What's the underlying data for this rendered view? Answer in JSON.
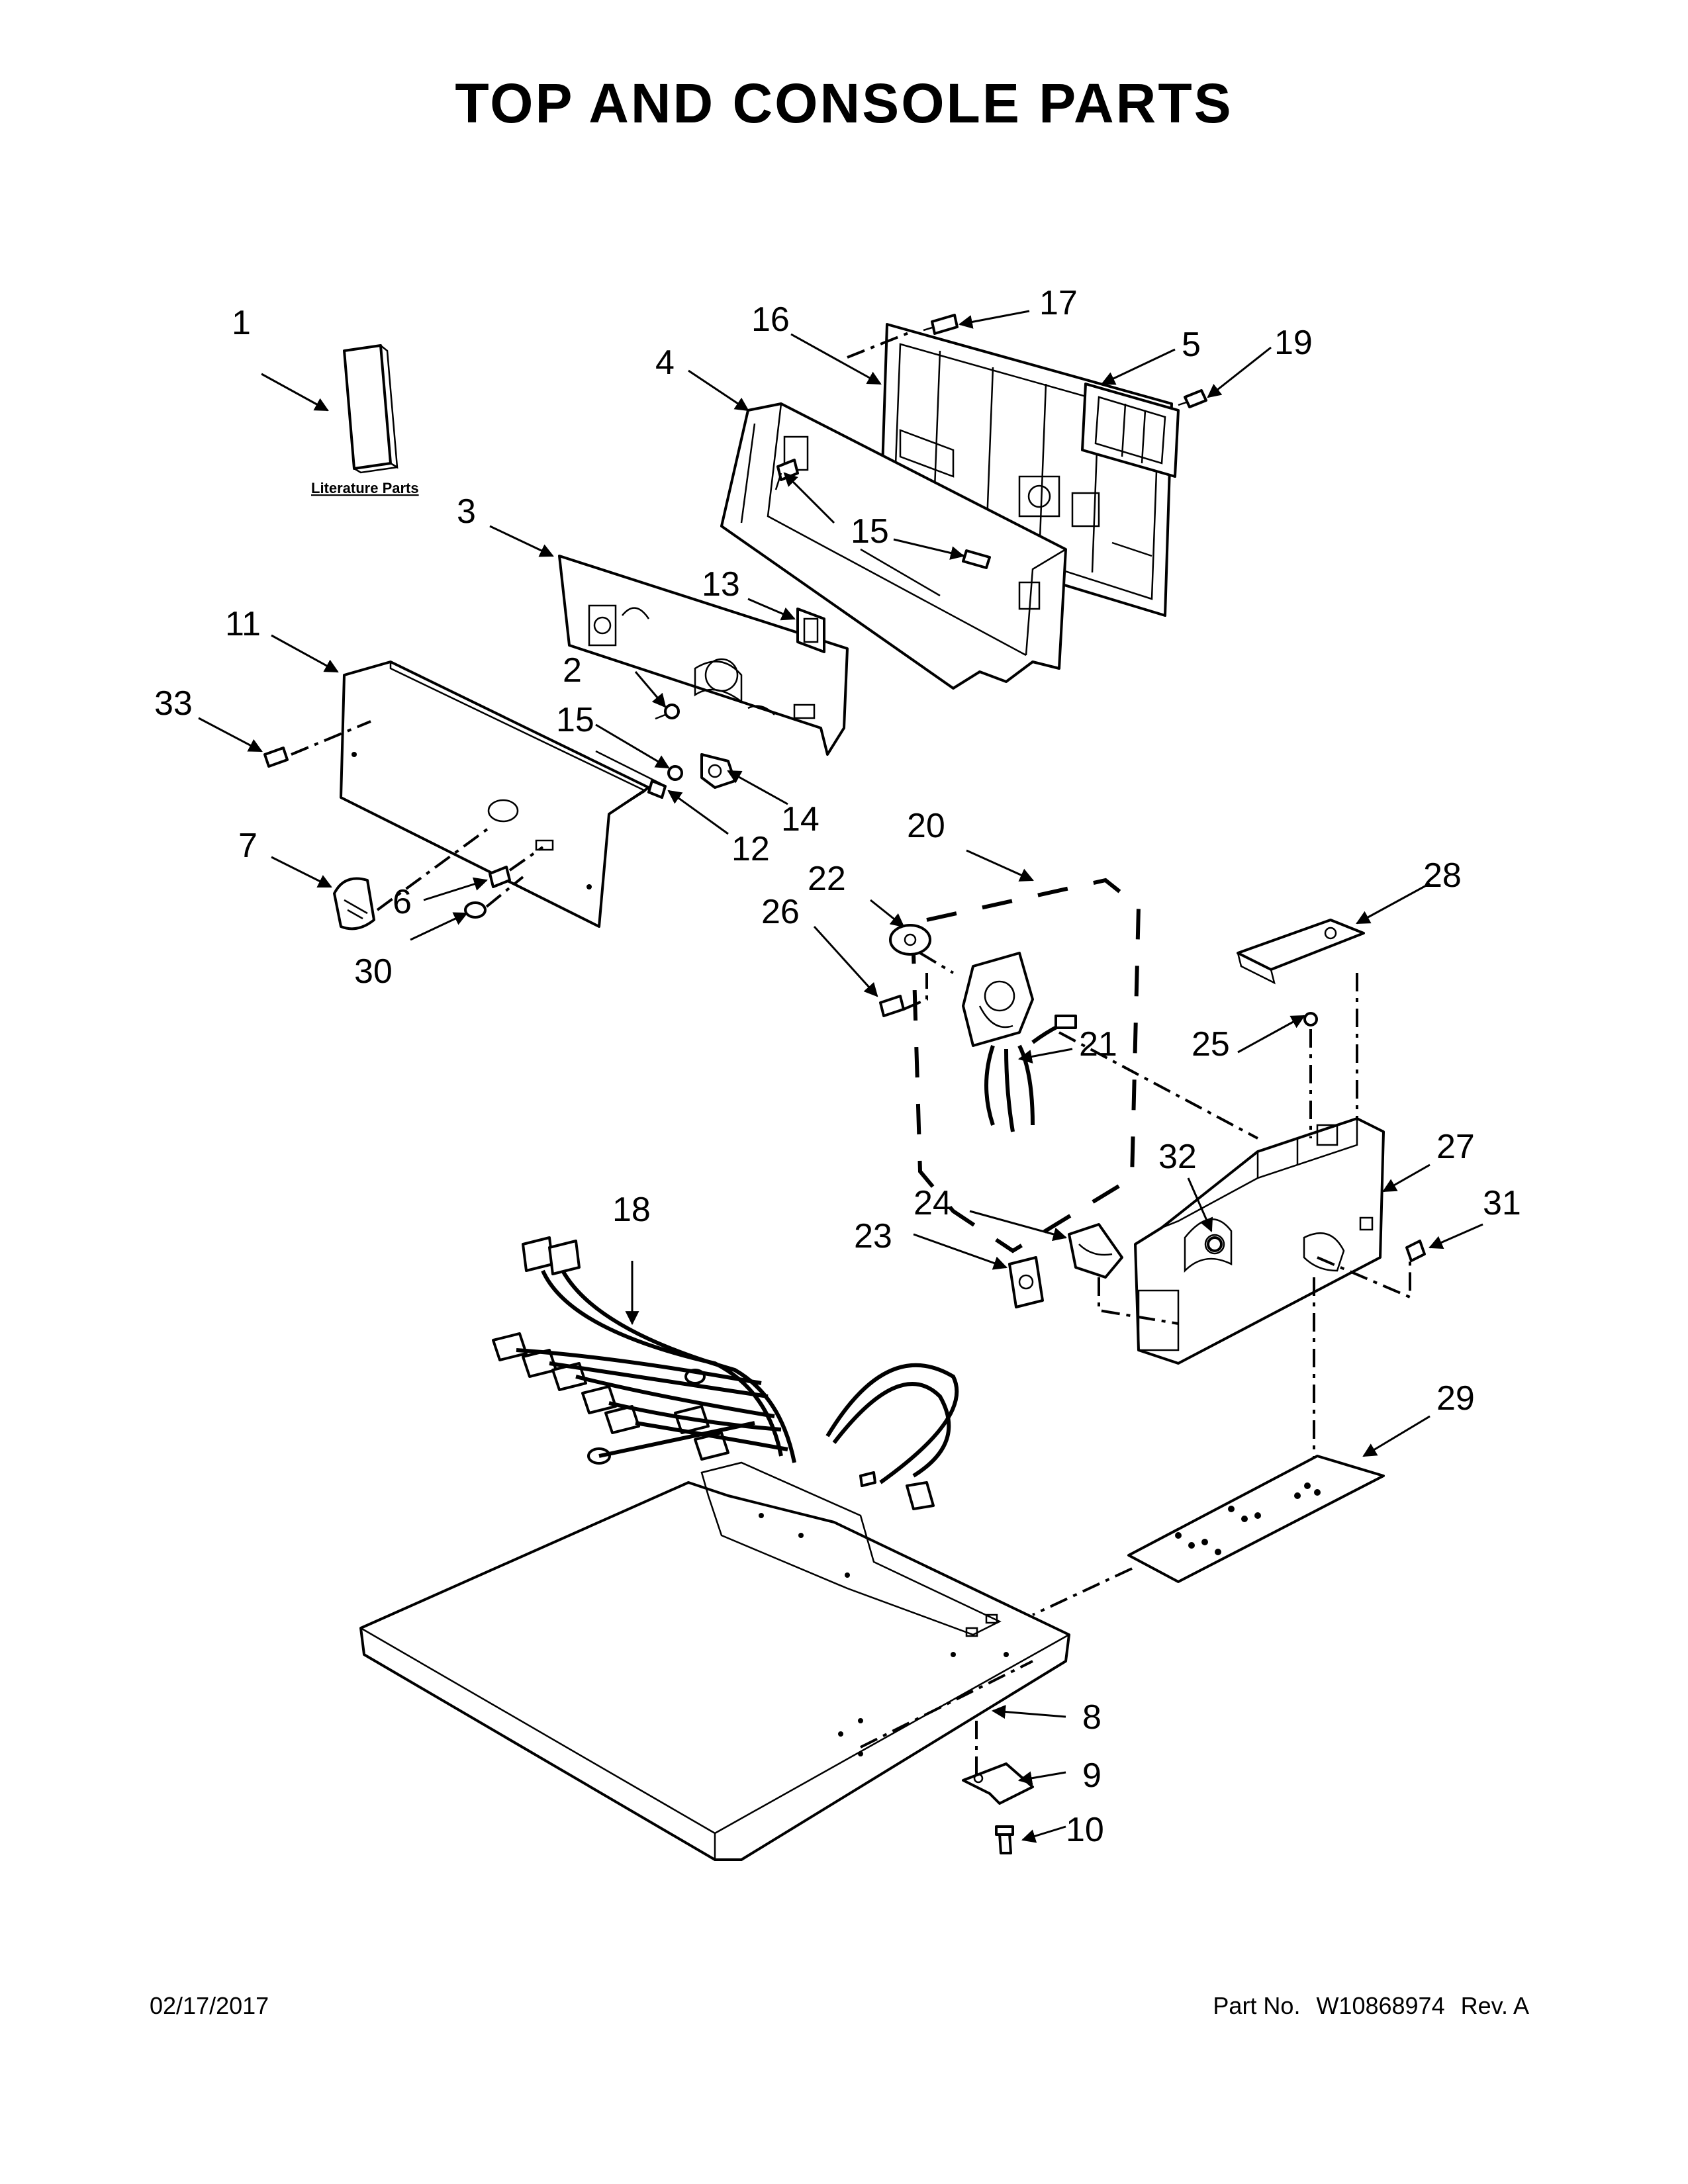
{
  "title": "TOP AND CONSOLE PARTS",
  "footer": {
    "date": "02/17/2017",
    "part_no_label": "Part No.",
    "part_no": "W10868974",
    "revision": "Rev. A"
  },
  "literature_label": "Literature Parts",
  "callouts": [
    {
      "id": "1",
      "label": "1"
    },
    {
      "id": "2",
      "label": "2"
    },
    {
      "id": "3",
      "label": "3"
    },
    {
      "id": "4",
      "label": "4"
    },
    {
      "id": "5",
      "label": "5"
    },
    {
      "id": "6",
      "label": "6"
    },
    {
      "id": "7",
      "label": "7"
    },
    {
      "id": "8",
      "label": "8"
    },
    {
      "id": "9",
      "label": "9"
    },
    {
      "id": "10",
      "label": "10"
    },
    {
      "id": "11",
      "label": "11"
    },
    {
      "id": "12",
      "label": "12"
    },
    {
      "id": "13",
      "label": "13"
    },
    {
      "id": "14",
      "label": "14"
    },
    {
      "id": "15a",
      "label": "15"
    },
    {
      "id": "15b",
      "label": "15"
    },
    {
      "id": "16",
      "label": "16"
    },
    {
      "id": "17",
      "label": "17"
    },
    {
      "id": "18",
      "label": "18"
    },
    {
      "id": "19",
      "label": "19"
    },
    {
      "id": "20",
      "label": "20"
    },
    {
      "id": "21",
      "label": "21"
    },
    {
      "id": "22",
      "label": "22"
    },
    {
      "id": "23",
      "label": "23"
    },
    {
      "id": "24",
      "label": "24"
    },
    {
      "id": "25",
      "label": "25"
    },
    {
      "id": "26",
      "label": "26"
    },
    {
      "id": "27",
      "label": "27"
    },
    {
      "id": "28",
      "label": "28"
    },
    {
      "id": "29",
      "label": "29"
    },
    {
      "id": "30",
      "label": "30"
    },
    {
      "id": "31",
      "label": "31"
    },
    {
      "id": "32",
      "label": "32"
    },
    {
      "id": "33",
      "label": "33"
    }
  ]
}
